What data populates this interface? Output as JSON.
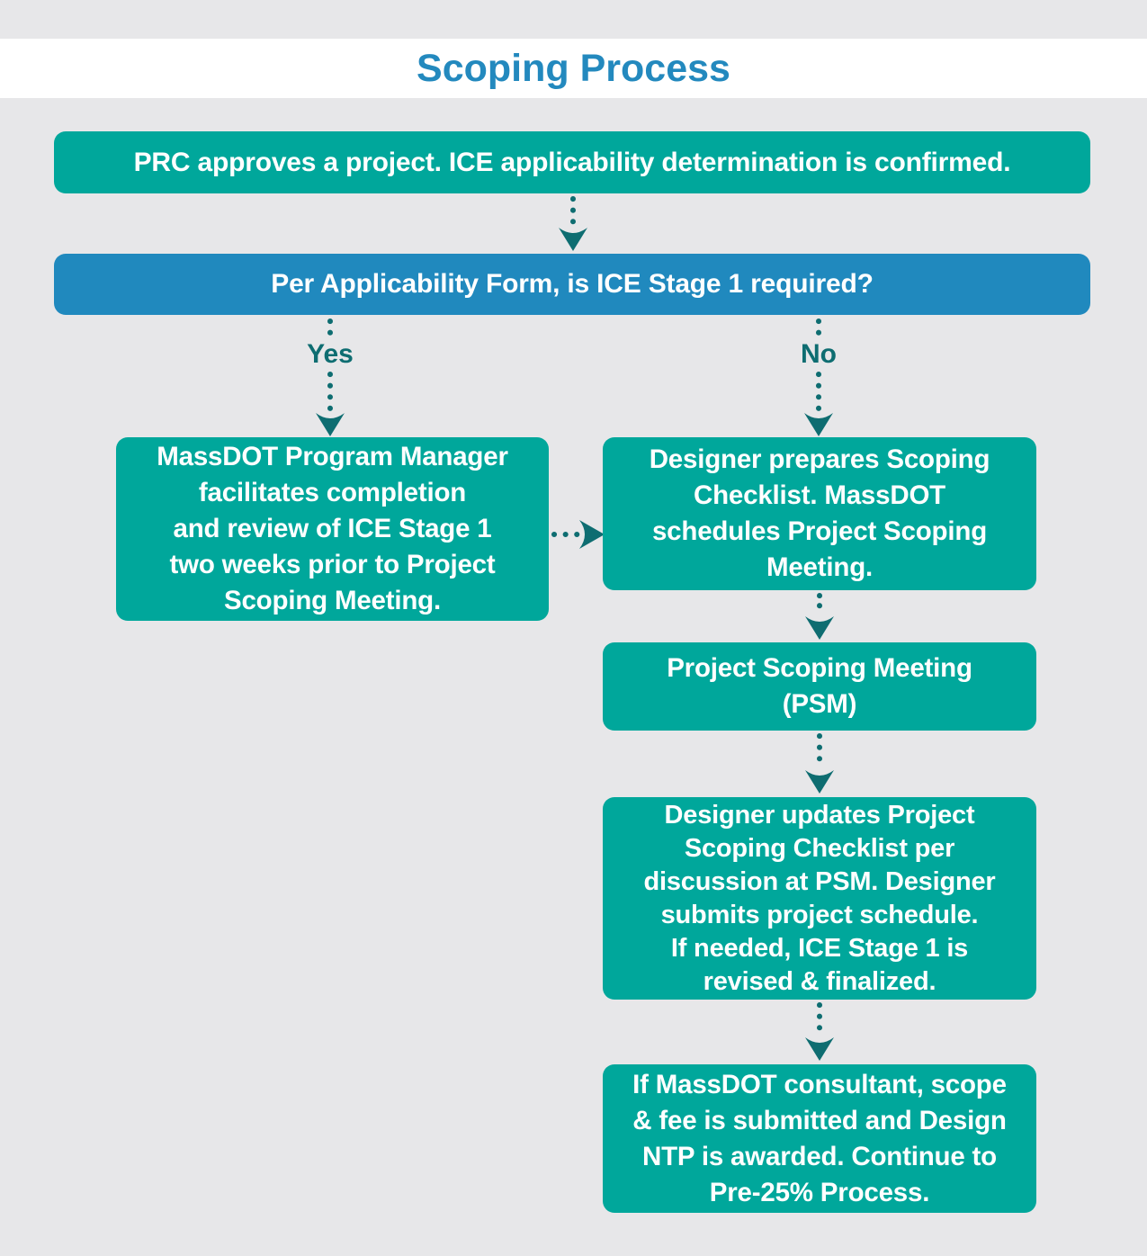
{
  "colors": {
    "teal": "#00a79b",
    "blue": "#2089be",
    "title_blue": "#2389be",
    "arrow": "#0e6d71",
    "bg": "#e7e7e9",
    "band": "#ffffff"
  },
  "title": "Scoping Process",
  "flowchart": {
    "nodes": {
      "prc": {
        "text": "PRC approves a project. ICE applicability determination is confirmed."
      },
      "question": {
        "text": "Per Applicability Form, is ICE Stage 1 required?"
      },
      "yes_path": {
        "lines": [
          "MassDOT Program Manager",
          "facilitates completion",
          "and review of ICE Stage 1",
          "two weeks prior to Project",
          "Scoping Meeting."
        ]
      },
      "no_path": {
        "lines": [
          "Designer prepares Scoping",
          "Checklist. MassDOT",
          "schedules Project Scoping",
          "Meeting."
        ]
      },
      "psm": {
        "lines": [
          "Project Scoping Meeting",
          "(PSM)"
        ]
      },
      "update_checklist": {
        "lines": [
          "Designer updates Project",
          "Scoping Checklist per",
          "discussion at PSM. Designer",
          "submits project schedule.",
          "If needed, ICE Stage 1 is",
          "revised & finalized."
        ]
      },
      "scope_fee": {
        "lines": [
          "If MassDOT consultant, scope",
          "& fee is submitted and Design",
          "NTP is awarded. Continue to",
          "Pre-25% Process."
        ]
      }
    },
    "edge_labels": {
      "yes": "Yes",
      "no": "No"
    }
  }
}
